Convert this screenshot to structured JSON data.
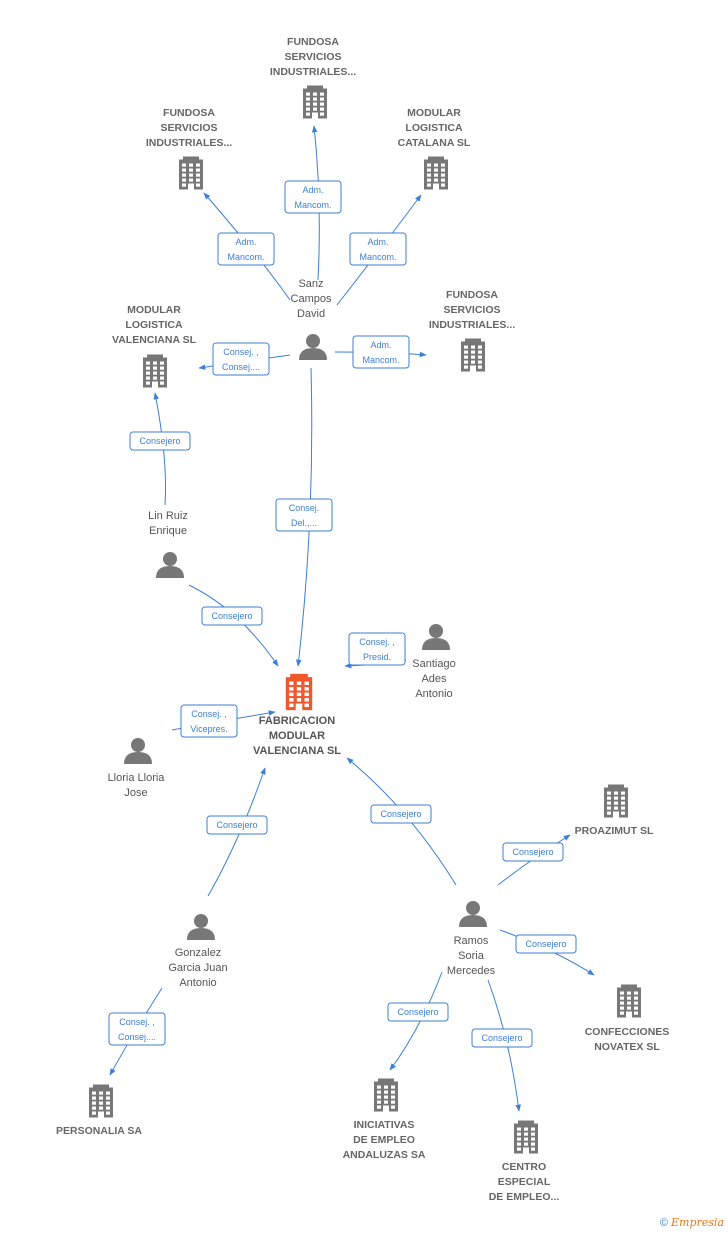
{
  "colors": {
    "edge": "#3d7fd6",
    "company": "#777777",
    "person": "#777777",
    "main": "#f0572a"
  },
  "footer": {
    "symbol": "©",
    "brand_initial": "E",
    "brand_rest": "mpresia"
  },
  "nodes": [
    {
      "id": "main",
      "kind": "company-main",
      "lines": [
        "FABRICACION",
        "MODULAR",
        "VALENCIANA SL"
      ]
    },
    {
      "id": "fundosa1",
      "kind": "company",
      "lines": [
        "FUNDOSA",
        "SERVICIOS",
        "INDUSTRIALES..."
      ]
    },
    {
      "id": "fundosa2",
      "kind": "company",
      "lines": [
        "FUNDOSA",
        "SERVICIOS",
        "INDUSTRIALES..."
      ]
    },
    {
      "id": "modcat",
      "kind": "company",
      "lines": [
        "MODULAR",
        "LOGISTICA",
        "CATALANA SL"
      ]
    },
    {
      "id": "fundosa3",
      "kind": "company",
      "lines": [
        "FUNDOSA",
        "SERVICIOS",
        "INDUSTRIALES..."
      ]
    },
    {
      "id": "modval",
      "kind": "company",
      "lines": [
        "MODULAR",
        "LOGISTICA",
        "VALENCIANA SL"
      ]
    },
    {
      "id": "proazimut",
      "kind": "company",
      "lines": [
        "PROAZIMUT SL"
      ]
    },
    {
      "id": "novatex",
      "kind": "company",
      "lines": [
        "CONFECCIONES",
        "NOVATEX SL"
      ]
    },
    {
      "id": "personalia",
      "kind": "company",
      "lines": [
        "PERSONALIA SA"
      ]
    },
    {
      "id": "iniciativas",
      "kind": "company",
      "lines": [
        "INICIATIVAS",
        "DE EMPLEO",
        "ANDALUZAS SA"
      ]
    },
    {
      "id": "centro",
      "kind": "company",
      "lines": [
        "CENTRO",
        "ESPECIAL",
        "DE EMPLEO..."
      ]
    },
    {
      "id": "sanz",
      "kind": "person",
      "lines": [
        "Sanz",
        "Campos",
        "David"
      ]
    },
    {
      "id": "lin",
      "kind": "person",
      "lines": [
        "Lin Ruiz",
        "Enrique"
      ]
    },
    {
      "id": "santiago",
      "kind": "person",
      "lines": [
        "Santiago",
        "Ades",
        "Antonio"
      ]
    },
    {
      "id": "lloria",
      "kind": "person",
      "lines": [
        "Lloria Lloria",
        "Jose"
      ]
    },
    {
      "id": "gonzalez",
      "kind": "person",
      "lines": [
        "Gonzalez",
        "Garcia Juan",
        "Antonio"
      ]
    },
    {
      "id": "ramos",
      "kind": "person",
      "lines": [
        "Ramos",
        "Soria",
        "Mercedes"
      ]
    }
  ],
  "edges": [
    {
      "from": "sanz",
      "to": "fundosa1",
      "label": [
        "Adm.",
        "Mancom."
      ]
    },
    {
      "from": "sanz",
      "to": "fundosa2",
      "label": [
        "Adm.",
        "Mancom."
      ]
    },
    {
      "from": "sanz",
      "to": "modcat",
      "label": [
        "Adm.",
        "Mancom."
      ]
    },
    {
      "from": "sanz",
      "to": "fundosa3",
      "label": [
        "Adm.",
        "Mancom."
      ]
    },
    {
      "from": "sanz",
      "to": "modval",
      "label": [
        "Consej. ,",
        "Consej...."
      ]
    },
    {
      "from": "sanz",
      "to": "main",
      "label": [
        "Consej.",
        "Del.,..."
      ]
    },
    {
      "from": "lin",
      "to": "modval",
      "label": [
        "Consejero"
      ]
    },
    {
      "from": "lin",
      "to": "main",
      "label": [
        "Consejero"
      ]
    },
    {
      "from": "santiago",
      "to": "main",
      "label": [
        "Consej. ,",
        "Presid."
      ]
    },
    {
      "from": "lloria",
      "to": "main",
      "label": [
        "Consej. ,",
        "Vicepres."
      ]
    },
    {
      "from": "gonzalez",
      "to": "main",
      "label": [
        "Consejero"
      ]
    },
    {
      "from": "gonzalez",
      "to": "personalia",
      "label": [
        "Consej. ,",
        "Consej...."
      ]
    },
    {
      "from": "ramos",
      "to": "main",
      "label": [
        "Consejero"
      ]
    },
    {
      "from": "ramos",
      "to": "proazimut",
      "label": [
        "Consejero"
      ]
    },
    {
      "from": "ramos",
      "to": "novatex",
      "label": [
        "Consejero"
      ]
    },
    {
      "from": "ramos",
      "to": "iniciativas",
      "label": [
        "Consejero"
      ]
    },
    {
      "from": "ramos",
      "to": "centro",
      "label": [
        "Consejero"
      ]
    }
  ]
}
